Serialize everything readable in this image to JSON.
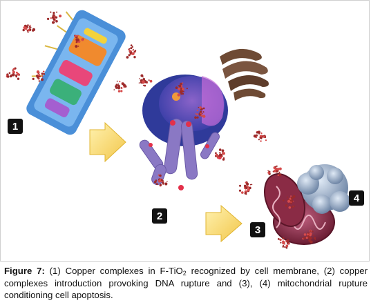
{
  "figure": {
    "step_labels": [
      "1",
      "2",
      "3",
      "4"
    ],
    "caption": {
      "label": "Figure 7:",
      "part1": " (1) Copper complexes in F-TiO",
      "subscript": "2",
      "part2": " recognized by cell membrane, (2) copper complexes introduction provoking DNA rupture and (3), (4) mitochondrial rupture conditioning cell apoptosis."
    }
  }
}
